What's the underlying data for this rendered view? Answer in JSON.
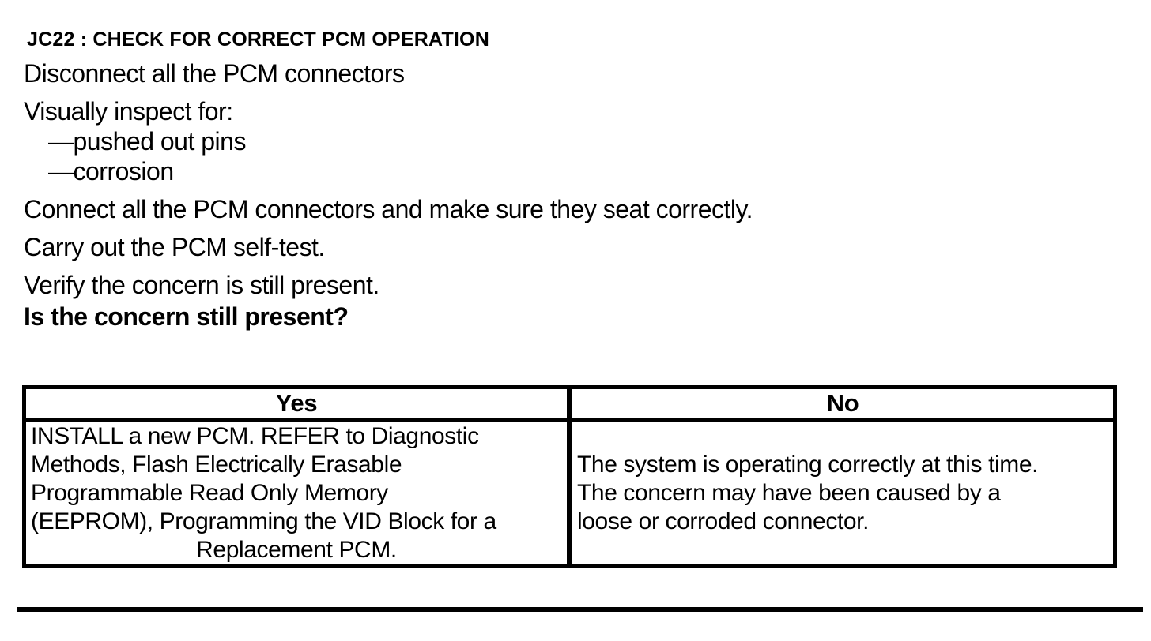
{
  "colors": {
    "ink": "#000000",
    "paper": "#ffffff"
  },
  "doc": {
    "heading": "JC22 : CHECK FOR CORRECT PCM OPERATION",
    "steps": {
      "disconnect": "Disconnect all the PCM connectors",
      "connect": "Connect all the PCM connectors and make sure they seat correctly.",
      "self_test": "Carry out the PCM self-test.",
      "verify": "Verify the concern is still present."
    },
    "inspect": {
      "intro": "Visually inspect for:",
      "items": [
        "—pushed out pins",
        "—corrosion"
      ]
    },
    "question": "Is the concern still present?",
    "decision_table": {
      "headers": [
        "Yes",
        "No"
      ],
      "yes": {
        "lines": [
          "INSTALL a new PCM. REFER to Diagnostic",
          "Methods, Flash Electrically Erasable",
          "Programmable Read Only Memory",
          "(EEPROM), Programming the VID Block for a",
          "Replacement PCM."
        ]
      },
      "no": {
        "lines": [
          "The system is operating correctly at this time.",
          "The concern may have been caused by a",
          "loose or corroded connector."
        ]
      }
    }
  }
}
